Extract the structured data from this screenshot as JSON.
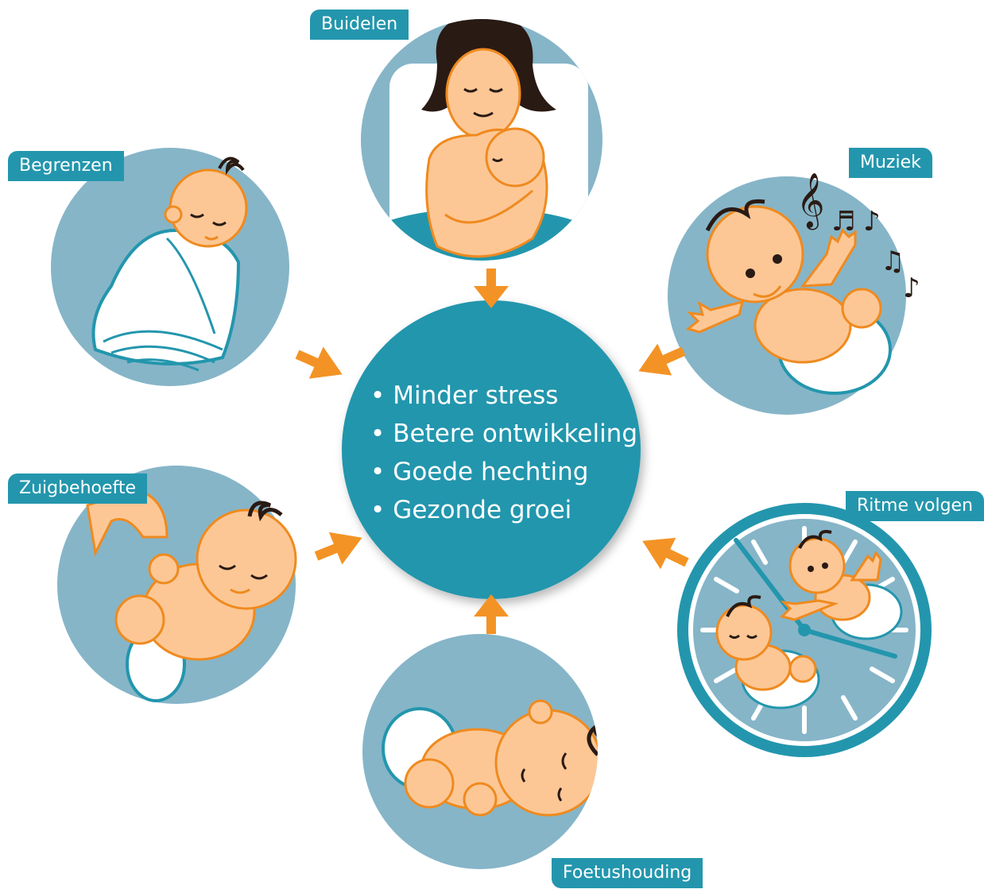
{
  "colors": {
    "circle_fill": "#86b5c8",
    "center_fill": "#2396ad",
    "label_bg": "#2396ad",
    "arrow": "#f39325",
    "skin": "#fcc795",
    "skin_outline": "#ef8a1f",
    "hair": "#2a1a14"
  },
  "labels": {
    "buidelen": "Buidelen",
    "begrenzen": "Begrenzen",
    "muziek": "Muziek",
    "zuigbehoefte": "Zuigbehoefte",
    "ritme": "Ritme volgen",
    "foetushouding": "Foetushouding"
  },
  "center": {
    "benefits": [
      "Minder stress",
      "Betere ontwikkeling",
      "Goede hechting",
      "Gezonde groei"
    ]
  },
  "icons": {
    "buidelen": "parent-holding-baby-icon",
    "begrenzen": "swaddled-baby-icon",
    "muziek": "baby-music-notes-icon",
    "zuigbehoefte": "baby-holding-finger-icon",
    "ritme": "clock-with-babies-icon",
    "foetushouding": "baby-fetal-position-icon"
  }
}
